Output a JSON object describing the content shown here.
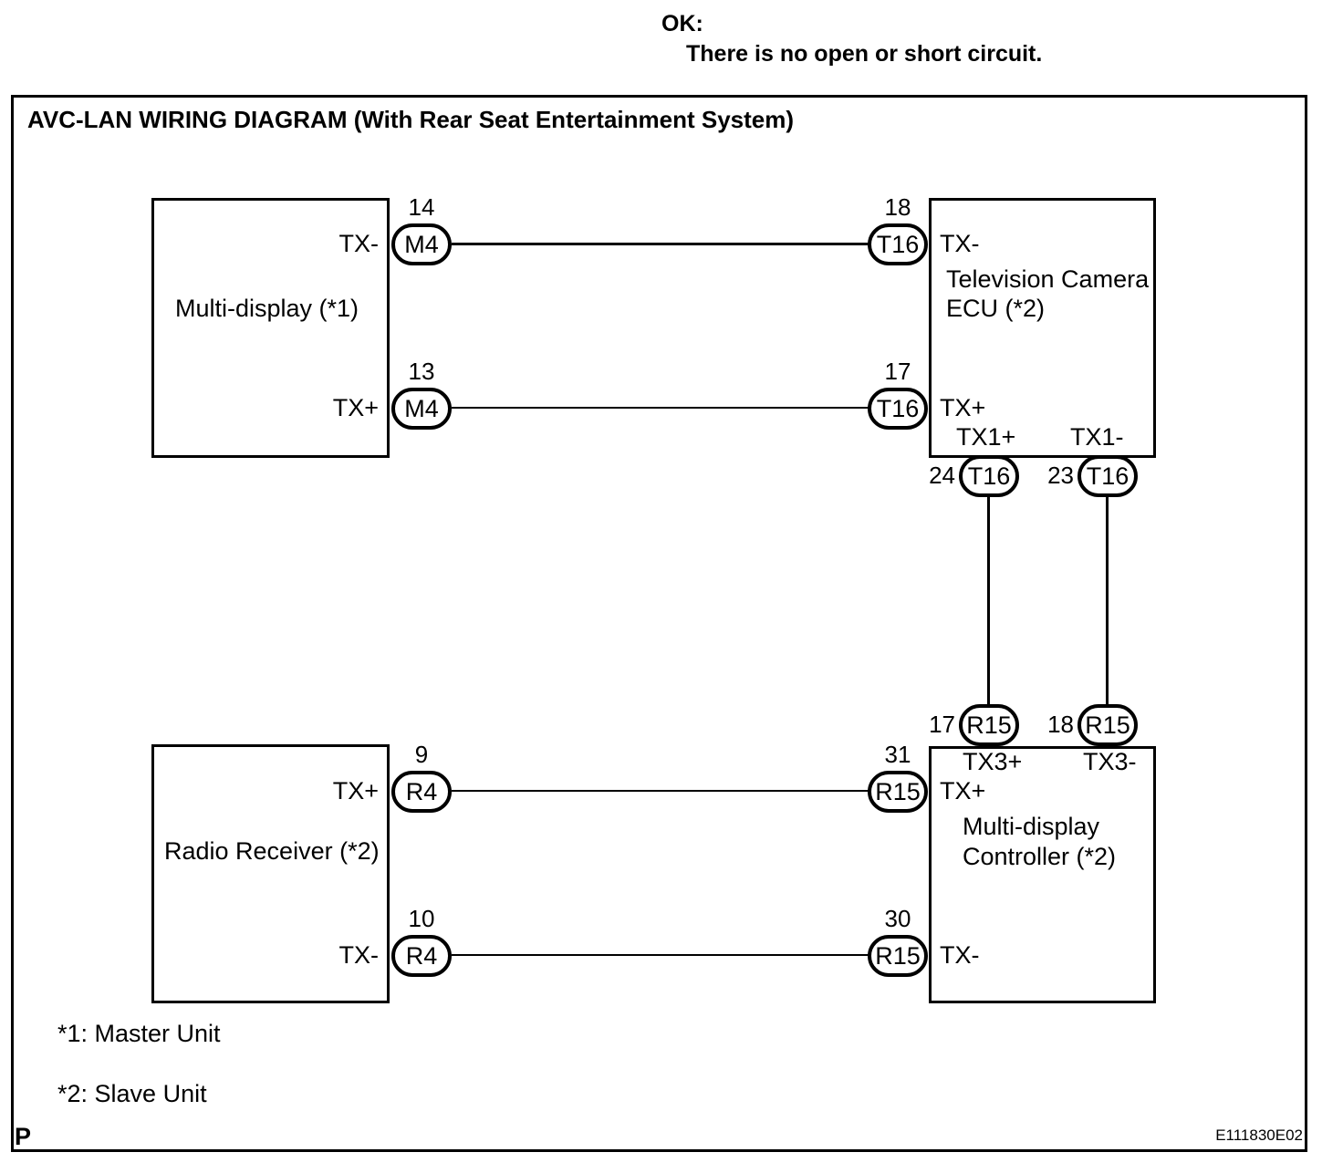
{
  "header": {
    "ok_label": "OK:",
    "ok_text": "There is no open or short circuit."
  },
  "diagram": {
    "title": "AVC-LAN WIRING DIAGRAM (With Rear Seat Entertainment System)",
    "units": {
      "multi_display": {
        "label": "Multi-display (*1)",
        "pins": [
          {
            "number": "14",
            "connector": "M4",
            "signal": "TX-"
          },
          {
            "number": "13",
            "connector": "M4",
            "signal": "TX+"
          }
        ]
      },
      "tv_camera_ecu": {
        "label": "Television Camera ECU (*2)",
        "pins": [
          {
            "number": "18",
            "connector": "T16",
            "signal": "TX-"
          },
          {
            "number": "17",
            "connector": "T16",
            "signal": "TX+"
          },
          {
            "number": "24",
            "connector": "T16",
            "signal": "TX1+"
          },
          {
            "number": "23",
            "connector": "T16",
            "signal": "TX1-"
          }
        ]
      },
      "radio_receiver": {
        "label": "Radio Receiver (*2)",
        "pins": [
          {
            "number": "9",
            "connector": "R4",
            "signal": "TX+"
          },
          {
            "number": "10",
            "connector": "R4",
            "signal": "TX-"
          }
        ]
      },
      "md_controller": {
        "label": "Multi-display Controller (*2)",
        "pins": [
          {
            "number": "31",
            "connector": "R15",
            "signal": "TX+"
          },
          {
            "number": "30",
            "connector": "R15",
            "signal": "TX-"
          },
          {
            "number": "17",
            "connector": "R15",
            "signal": "TX3+"
          },
          {
            "number": "18",
            "connector": "R15",
            "signal": "TX3-"
          }
        ]
      }
    },
    "notes": [
      "*1: Master Unit",
      "*2: Slave Unit"
    ],
    "footer": {
      "page_letter": "P",
      "figure_code": "E111830E02"
    },
    "colors": {
      "ink": "#000000",
      "paper": "#ffffff"
    }
  }
}
